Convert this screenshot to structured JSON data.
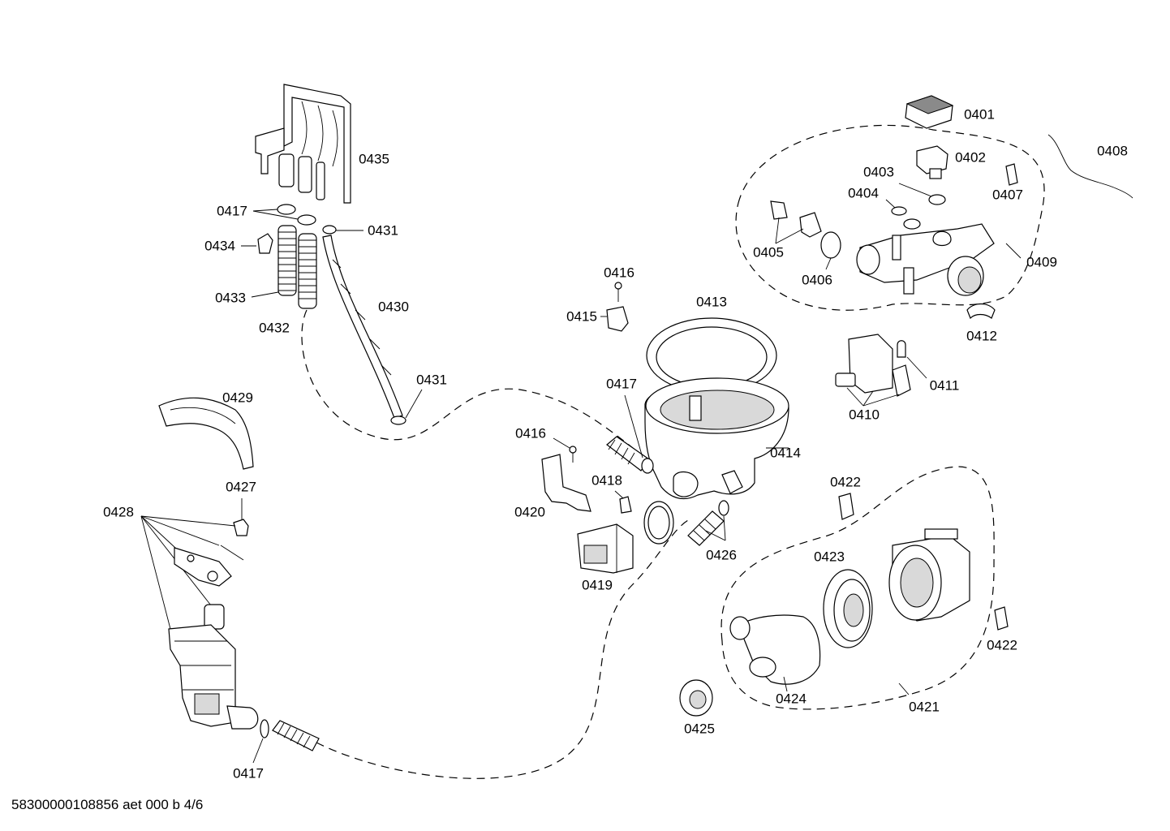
{
  "footer_text": "58300000108856 aet 000 b 4/6",
  "labels": {
    "p0401": "0401",
    "p0402": "0402",
    "p0403": "0403",
    "p0404": "0404",
    "p0405": "0405",
    "p0406": "0406",
    "p0407": "0407",
    "p0408": "0408",
    "p0409": "0409",
    "p0410": "0410",
    "p0411": "0411",
    "p0412": "0412",
    "p0413": "0413",
    "p0414": "0414",
    "p0415": "0415",
    "p0416a": "0416",
    "p0416b": "0416",
    "p0417a": "0417",
    "p0417b": "0417",
    "p0417c": "0417",
    "p0418": "0418",
    "p0419": "0419",
    "p0420": "0420",
    "p0421": "0421",
    "p0422a": "0422",
    "p0422b": "0422",
    "p0423": "0423",
    "p0424": "0424",
    "p0425": "0425",
    "p0426": "0426",
    "p0427": "0427",
    "p0428": "0428",
    "p0429": "0429",
    "p0430": "0430",
    "p0431a": "0431",
    "p0431b": "0431",
    "p0432": "0432",
    "p0433": "0433",
    "p0434": "0434",
    "p0435": "0435"
  }
}
